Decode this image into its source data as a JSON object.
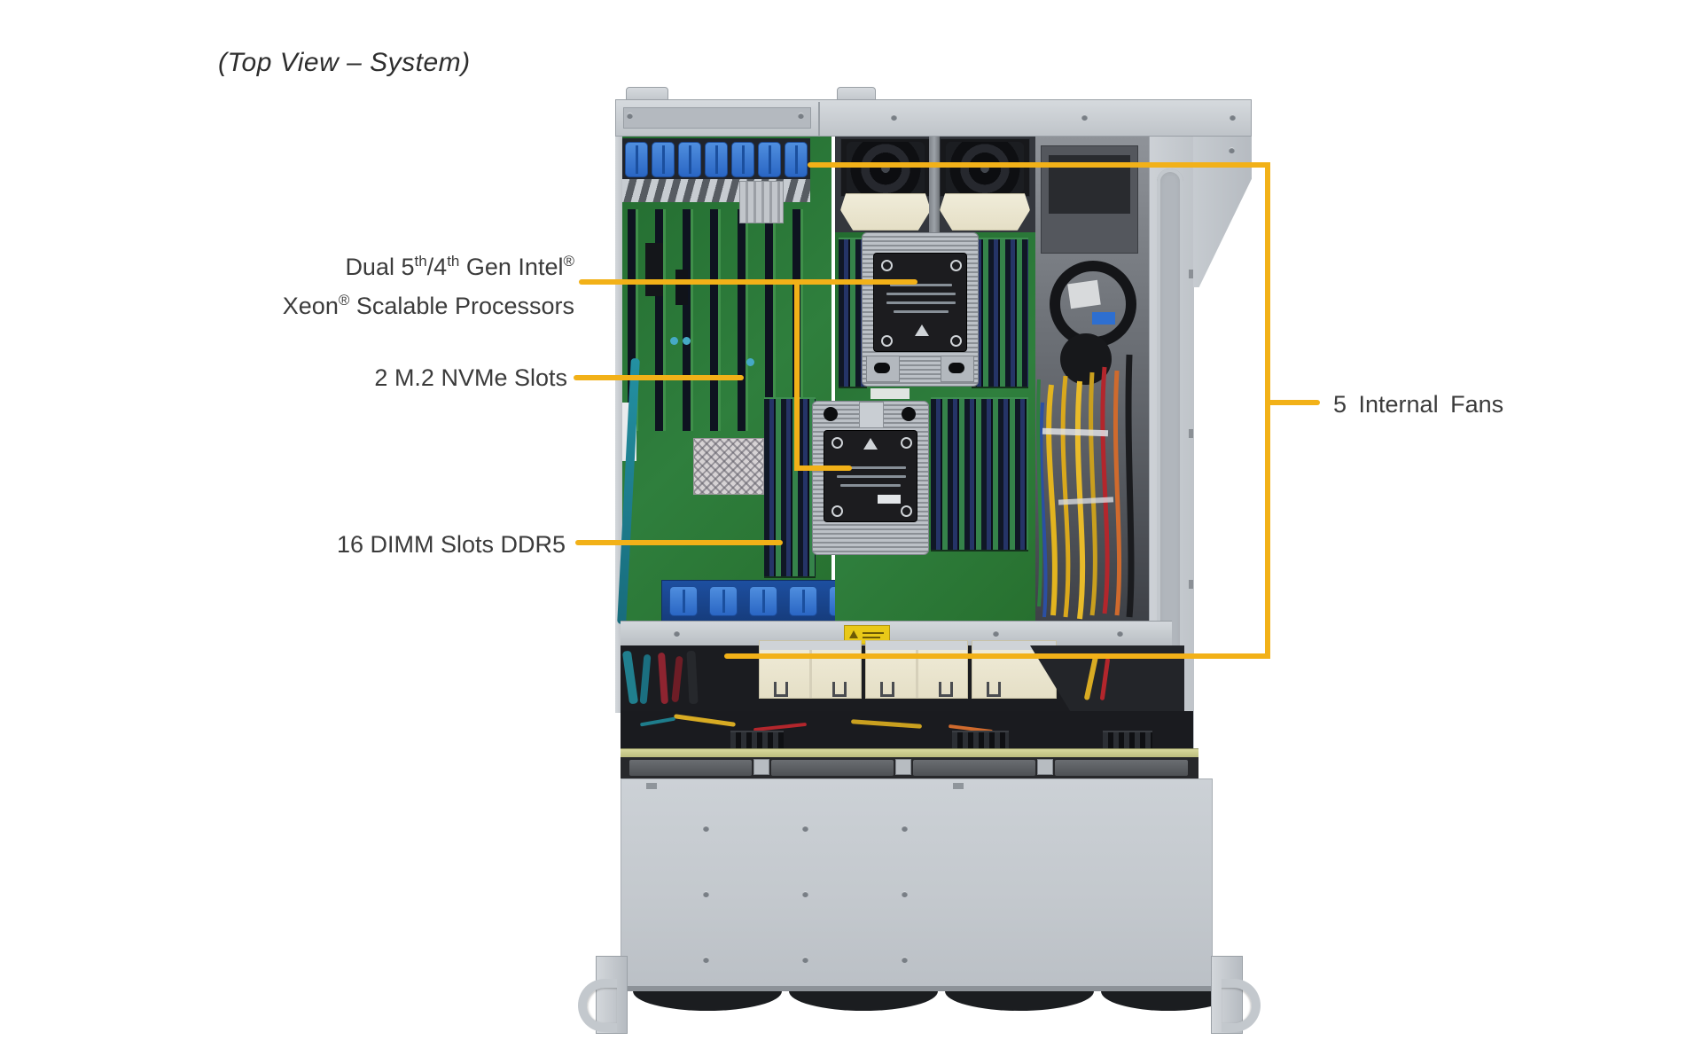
{
  "title": "(Top View – System)",
  "annotation_color": "#F2B118",
  "labels": {
    "processors_html": "Dual 5<sup>th</sup>/4<sup>th</sup> Gen Intel<sup>®</sup><br>Xeon<sup>®</sup> Scalable Processors",
    "m2": "2 M.2 NVMe Slots",
    "dimm": "16 DIMM Slots DDR5",
    "fans": "5 Internal Fans"
  }
}
